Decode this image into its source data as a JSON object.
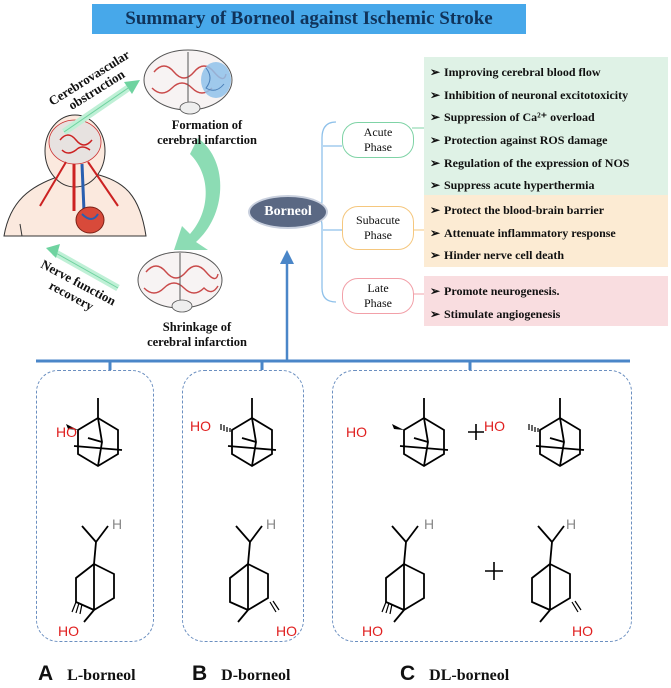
{
  "title": "Summary of Borneol against Ischemic Stroke",
  "process": {
    "obstruction_label": "Cerebrovascular obstruction",
    "formation_label_l1": "Formation of",
    "formation_label_l2": "cerebral infarction",
    "shrinkage_label_l1": "Shrinkage of",
    "shrinkage_label_l2": "cerebral infarction",
    "recovery_label_l1": "Nerve function",
    "recovery_label_l2": "recovery"
  },
  "center_label": "Borneol",
  "phases": [
    {
      "name_l1": "Acute",
      "name_l2": "Phase",
      "border": "#7fd3a6",
      "panel_color": "#dff2e6",
      "effects": [
        "Improving cerebral blood flow",
        "Inhibition of neuronal excitotoxicity",
        "Suppression of Ca²⁺ overload",
        "Protection against ROS damage",
        "Regulation of the expression of NOS",
        "Suppress acute hyperthermia"
      ]
    },
    {
      "name_l1": "Subacute",
      "name_l2": "Phase",
      "border": "#f5c77e",
      "panel_color": "#fcebd3",
      "effects": [
        "Protect the blood-brain barrier",
        "Attenuate inflammatory response",
        "Hinder nerve cell death"
      ]
    },
    {
      "name_l1": "Late",
      "name_l2": "Phase",
      "border": "#f2a0a8",
      "panel_color": "#f9dde0",
      "effects": [
        "Promote neurogenesis.",
        "Stimulate angiogenesis"
      ]
    }
  ],
  "chevron": "➢",
  "chem": {
    "ho": "HO",
    "h": "H"
  },
  "isomers": [
    {
      "letter": "A",
      "name": "L-borneol"
    },
    {
      "letter": "B",
      "name": "D-borneol"
    },
    {
      "letter": "C",
      "name": "DL-borneol"
    }
  ],
  "colors": {
    "title_bg": "#47a8ea",
    "connector": "#4a86c8",
    "dash": "#6b8fc0",
    "arrow_green": "#6fd3a0"
  }
}
